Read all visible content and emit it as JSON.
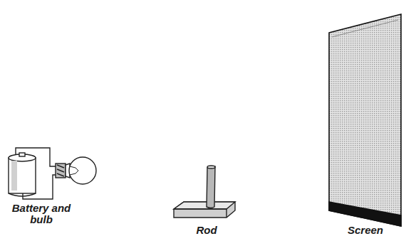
{
  "diagram": {
    "labels": [
      "Battery and bulb",
      "Rod",
      "Screen"
    ]
  }
}
